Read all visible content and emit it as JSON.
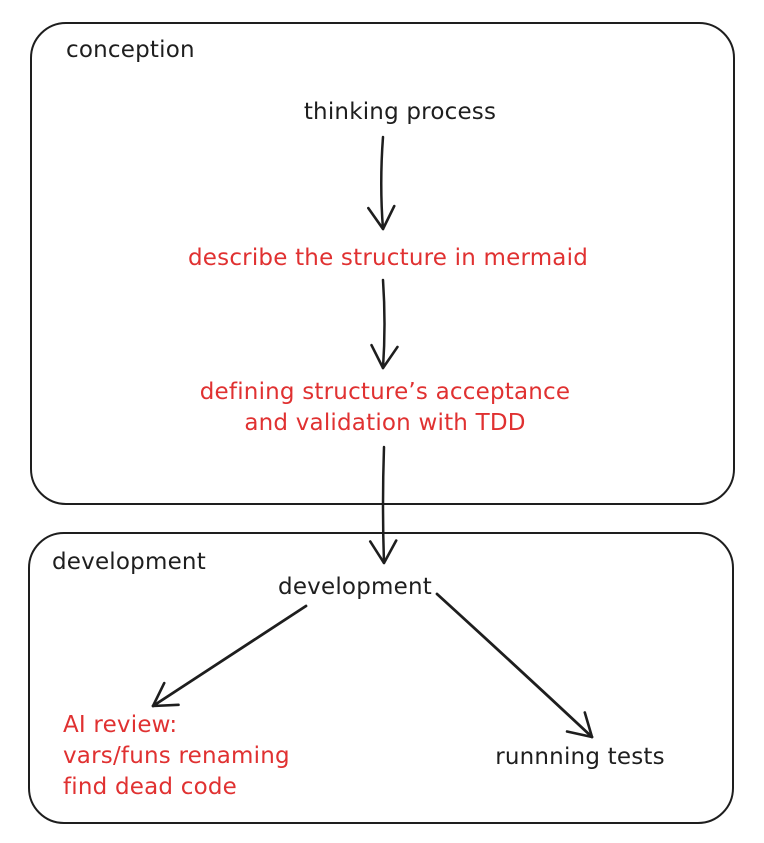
{
  "colors": {
    "ink": "#1e1e1e",
    "accent_red": "#e03131",
    "background": "#ffffff"
  },
  "conception": {
    "label": "conception",
    "thinking_process": "thinking process",
    "describe_mermaid": "describe the structure in mermaid",
    "tdd": {
      "line1": "defining structure’s acceptance",
      "line2": "and validation with TDD"
    }
  },
  "development": {
    "label": "development",
    "node": "development",
    "ai_review": {
      "line1": "AI review:",
      "line2": "vars/funs renaming",
      "line3": "find dead code"
    },
    "running_tests": "runnning tests"
  },
  "edges": [
    {
      "from": "thinking process",
      "to": "describe the structure in mermaid"
    },
    {
      "from": "describe the structure in mermaid",
      "to": "defining structure’s acceptance and validation with TDD"
    },
    {
      "from": "defining structure’s acceptance and validation with TDD",
      "to": "development"
    },
    {
      "from": "development",
      "to": "AI review: vars/funs renaming find dead code"
    },
    {
      "from": "development",
      "to": "runnning tests"
    }
  ]
}
